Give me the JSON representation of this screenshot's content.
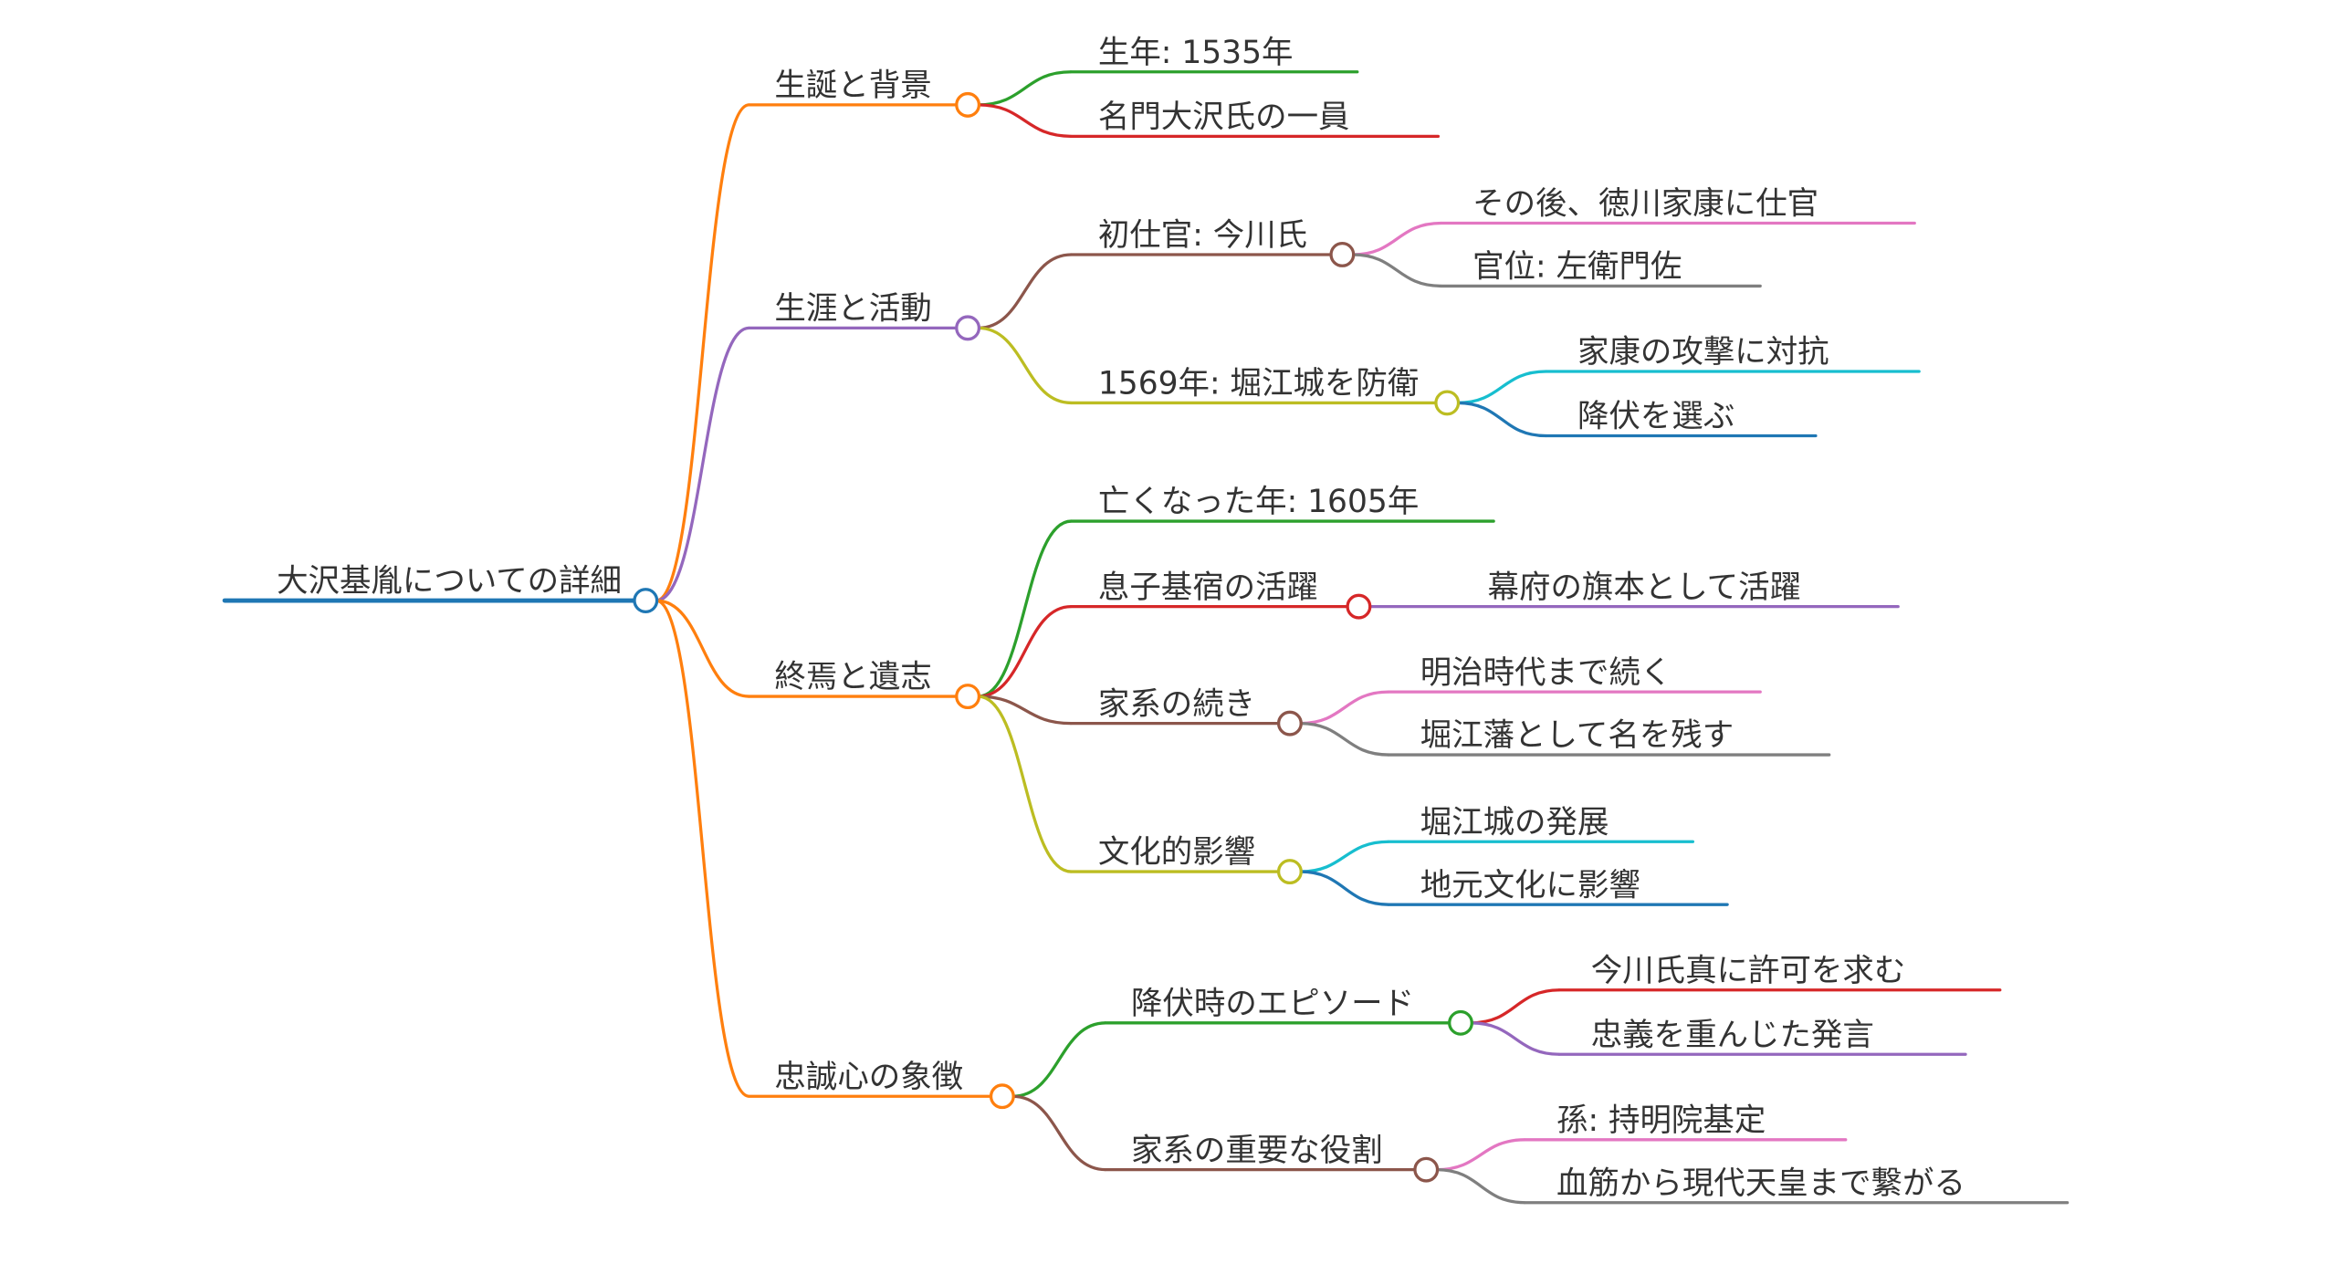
{
  "mindmap": {
    "label": "大沢基胤についての詳細",
    "color": "#1f77b4",
    "children": [
      {
        "label": "生誕と背景",
        "color": "#ff7f0e",
        "children": [
          {
            "label": "生年: 1535年",
            "color": "#2ca02c",
            "children": []
          },
          {
            "label": "名門大沢氏の一員",
            "color": "#d62728",
            "children": []
          }
        ]
      },
      {
        "label": "生涯と活動",
        "color": "#9467bd",
        "children": [
          {
            "label": "初仕官: 今川氏",
            "color": "#8c564b",
            "children": [
              {
                "label": "その後、徳川家康に仕官",
                "color": "#e377c2",
                "children": []
              },
              {
                "label": "官位: 左衛門佐",
                "color": "#7f7f7f",
                "children": []
              }
            ]
          },
          {
            "label": "1569年: 堀江城を防衛",
            "color": "#bcbd22",
            "children": [
              {
                "label": "家康の攻撃に対抗",
                "color": "#17becf",
                "children": []
              },
              {
                "label": "降伏を選ぶ",
                "color": "#1f77b4",
                "children": []
              }
            ]
          }
        ]
      },
      {
        "label": "終焉と遺志",
        "color": "#ff7f0e",
        "children": [
          {
            "label": "亡くなった年: 1605年",
            "color": "#2ca02c",
            "children": []
          },
          {
            "label": "息子基宿の活躍",
            "color": "#d62728",
            "children": [
              {
                "label": "幕府の旗本として活躍",
                "color": "#9467bd",
                "children": []
              }
            ]
          },
          {
            "label": "家系の続き",
            "color": "#8c564b",
            "children": [
              {
                "label": "明治時代まで続く",
                "color": "#e377c2",
                "children": []
              },
              {
                "label": "堀江藩として名を残す",
                "color": "#7f7f7f",
                "children": []
              }
            ]
          },
          {
            "label": "文化的影響",
            "color": "#bcbd22",
            "children": [
              {
                "label": "堀江城の発展",
                "color": "#17becf",
                "children": []
              },
              {
                "label": "地元文化に影響",
                "color": "#1f77b4",
                "children": []
              }
            ]
          }
        ]
      },
      {
        "label": "忠誠心の象徴",
        "color": "#ff7f0e",
        "children": [
          {
            "label": "降伏時のエピソード",
            "color": "#2ca02c",
            "children": [
              {
                "label": "今川氏真に許可を求む",
                "color": "#d62728",
                "children": []
              },
              {
                "label": "忠義を重んじた発言",
                "color": "#9467bd",
                "children": []
              }
            ]
          },
          {
            "label": "家系の重要な役割",
            "color": "#8c564b",
            "children": [
              {
                "label": "孫: 持明院基定",
                "color": "#e377c2",
                "children": []
              },
              {
                "label": "血筋から現代天皇まで繋がる",
                "color": "#7f7f7f",
                "children": []
              }
            ]
          }
        ]
      }
    ]
  }
}
